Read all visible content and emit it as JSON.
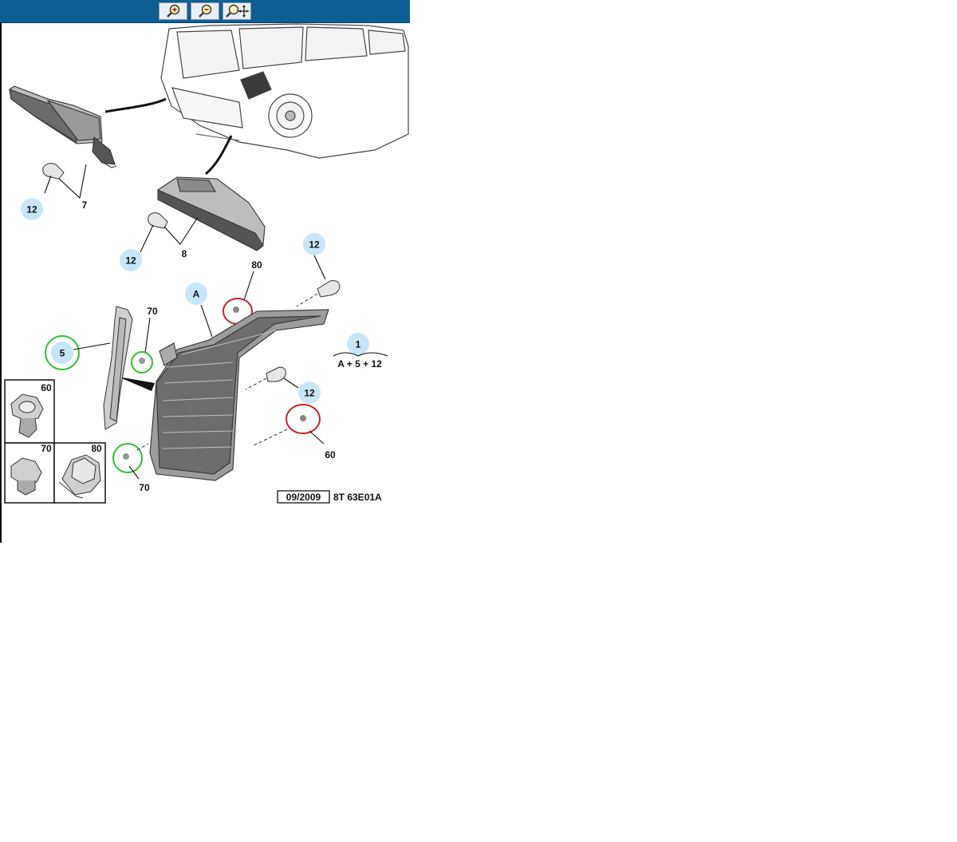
{
  "toolbar": {
    "buttons": [
      {
        "icon": "zoom-in-icon"
      },
      {
        "icon": "zoom-out-icon"
      },
      {
        "icon": "zoom-pan-icon"
      }
    ]
  },
  "diagram": {
    "callouts": {
      "bulb_upper_left": "12",
      "bulb_lower_left": "12",
      "bulb_top_right": "12",
      "bulb_mid_right": "12",
      "lamp_a": "A",
      "part_5": "5",
      "assembly_1": "1"
    },
    "labels": {
      "seven": "7",
      "eight": "8",
      "eighty": "80",
      "seventy_top": "70",
      "seventy_bottom": "70",
      "sixty": "60",
      "formula": "A + 5 + 12"
    },
    "inset": {
      "cells": [
        "60",
        "70",
        "80"
      ]
    },
    "footer": {
      "date": "09/2009",
      "reference": "8T 63E01A"
    },
    "colors": {
      "callout_fill": "#c6e6f7",
      "highlight_green": "#2cc52c",
      "highlight_red": "#cc1f1f",
      "toolbar_blue": "#0e5e94"
    }
  }
}
